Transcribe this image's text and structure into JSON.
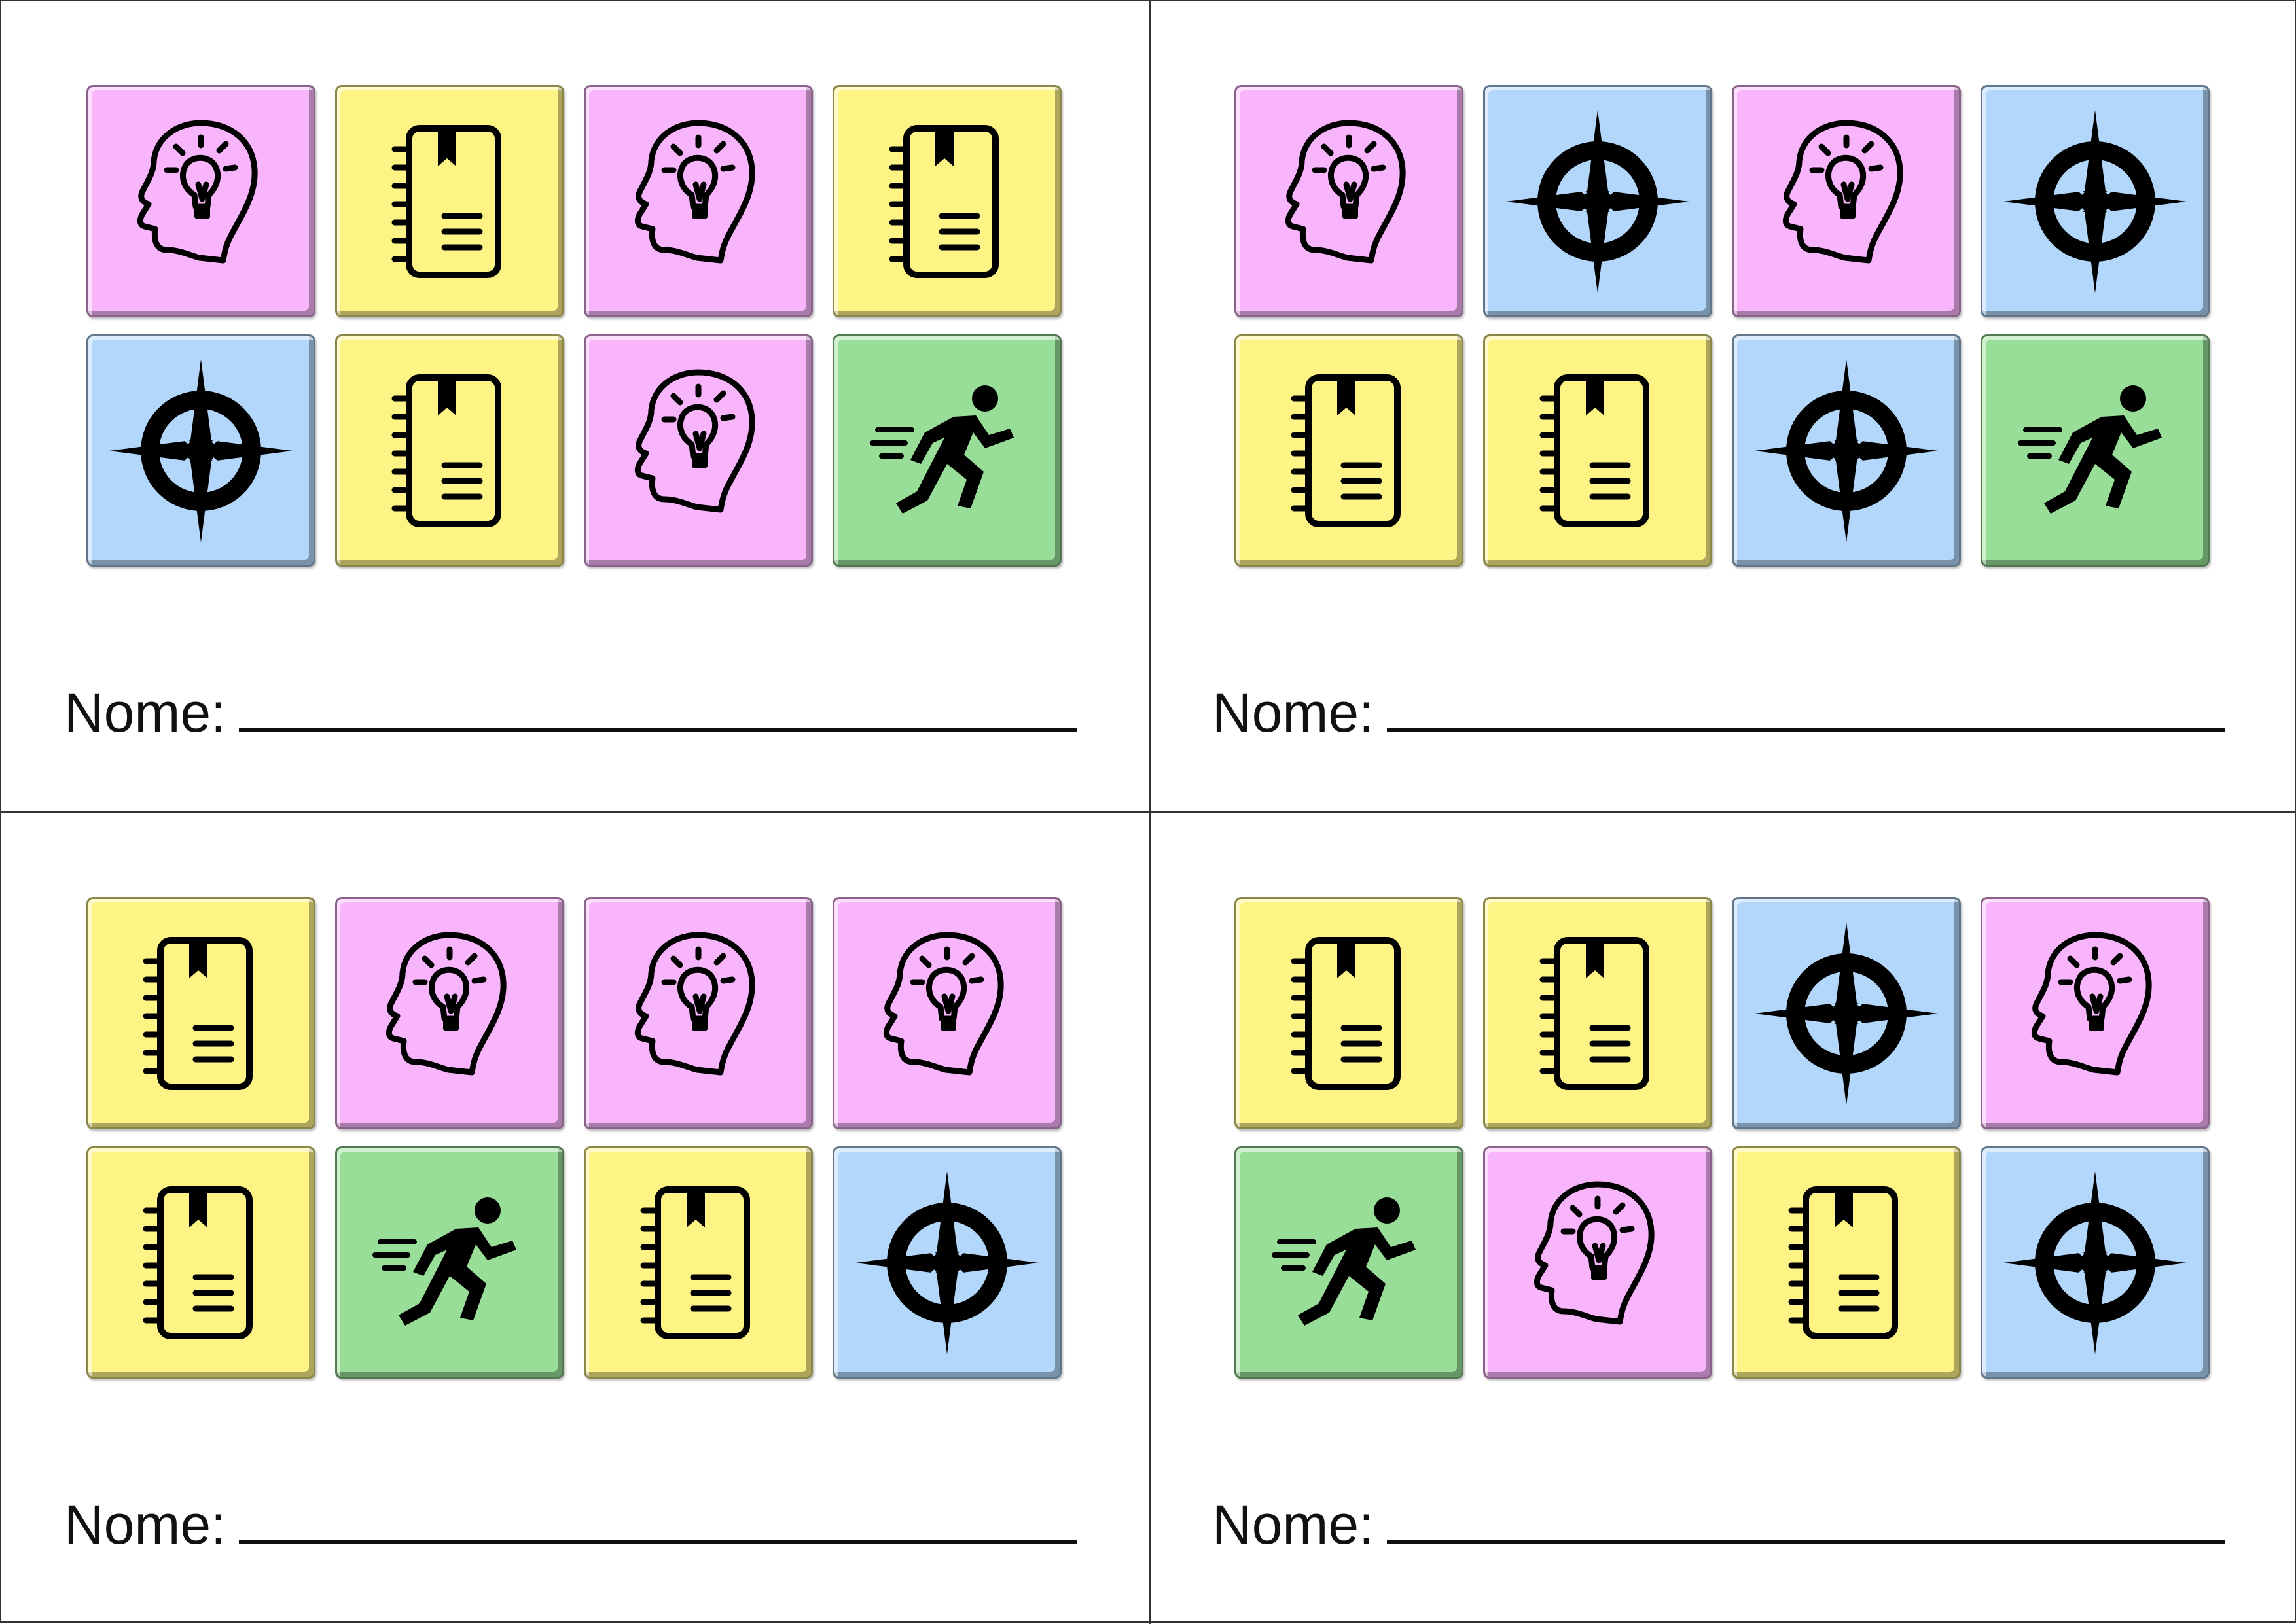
{
  "colors": {
    "pink": "#f9b5fb",
    "yellow": "#fef486",
    "blue": "#b3d7fb",
    "green": "#98dd98",
    "icon": "#000000"
  },
  "name_label": "Nome:",
  "cards": [
    {
      "tiles": [
        {
          "icon": "head-bulb-icon",
          "color": "pink"
        },
        {
          "icon": "notebook-icon",
          "color": "yellow"
        },
        {
          "icon": "head-bulb-icon",
          "color": "pink"
        },
        {
          "icon": "notebook-icon",
          "color": "yellow"
        },
        {
          "icon": "compass-icon",
          "color": "blue"
        },
        {
          "icon": "notebook-icon",
          "color": "yellow"
        },
        {
          "icon": "head-bulb-icon",
          "color": "pink"
        },
        {
          "icon": "runner-icon",
          "color": "green"
        }
      ]
    },
    {
      "tiles": [
        {
          "icon": "head-bulb-icon",
          "color": "pink"
        },
        {
          "icon": "compass-icon",
          "color": "blue"
        },
        {
          "icon": "head-bulb-icon",
          "color": "pink"
        },
        {
          "icon": "compass-icon",
          "color": "blue"
        },
        {
          "icon": "notebook-icon",
          "color": "yellow"
        },
        {
          "icon": "notebook-icon",
          "color": "yellow"
        },
        {
          "icon": "compass-icon",
          "color": "blue"
        },
        {
          "icon": "runner-icon",
          "color": "green"
        }
      ]
    },
    {
      "tiles": [
        {
          "icon": "notebook-icon",
          "color": "yellow"
        },
        {
          "icon": "head-bulb-icon",
          "color": "pink"
        },
        {
          "icon": "head-bulb-icon",
          "color": "pink"
        },
        {
          "icon": "head-bulb-icon",
          "color": "pink"
        },
        {
          "icon": "notebook-icon",
          "color": "yellow"
        },
        {
          "icon": "runner-icon",
          "color": "green"
        },
        {
          "icon": "notebook-icon",
          "color": "yellow"
        },
        {
          "icon": "compass-icon",
          "color": "blue"
        }
      ]
    },
    {
      "tiles": [
        {
          "icon": "notebook-icon",
          "color": "yellow"
        },
        {
          "icon": "notebook-icon",
          "color": "yellow"
        },
        {
          "icon": "compass-icon",
          "color": "blue"
        },
        {
          "icon": "head-bulb-icon",
          "color": "pink"
        },
        {
          "icon": "runner-icon",
          "color": "green"
        },
        {
          "icon": "head-bulb-icon",
          "color": "pink"
        },
        {
          "icon": "notebook-icon",
          "color": "yellow"
        },
        {
          "icon": "compass-icon",
          "color": "blue"
        }
      ]
    }
  ]
}
